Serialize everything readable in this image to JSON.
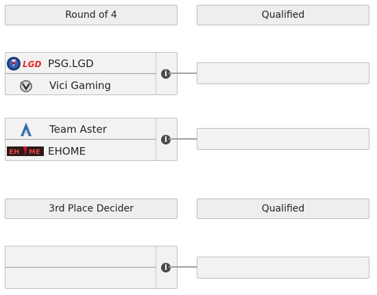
{
  "headers": {
    "round_of_4": "Round of 4",
    "qualified_top": "Qualified",
    "third_place": "3rd Place Decider",
    "qualified_bottom": "Qualified"
  },
  "matches": [
    {
      "team1": {
        "name": "PSG.LGD",
        "logo": "psg-lgd-logo"
      },
      "team2": {
        "name": "Vici Gaming",
        "logo": "vici-gaming-logo"
      },
      "info_icon": "i"
    },
    {
      "team1": {
        "name": "Team Aster",
        "logo": "team-aster-logo"
      },
      "team2": {
        "name": "EHOME",
        "logo": "ehome-logo"
      },
      "info_icon": "i"
    },
    {
      "team1": {
        "name": "",
        "logo": ""
      },
      "team2": {
        "name": "",
        "logo": ""
      },
      "info_icon": "i"
    }
  ],
  "colors": {
    "box_bg": "#f2f2f2",
    "border": "#bdbdbd",
    "line": "#9e9e9e",
    "info_icon_bg": "#4a4a4a",
    "lgd_red": "#e02a2a",
    "ehome_red": "#c8102e"
  }
}
